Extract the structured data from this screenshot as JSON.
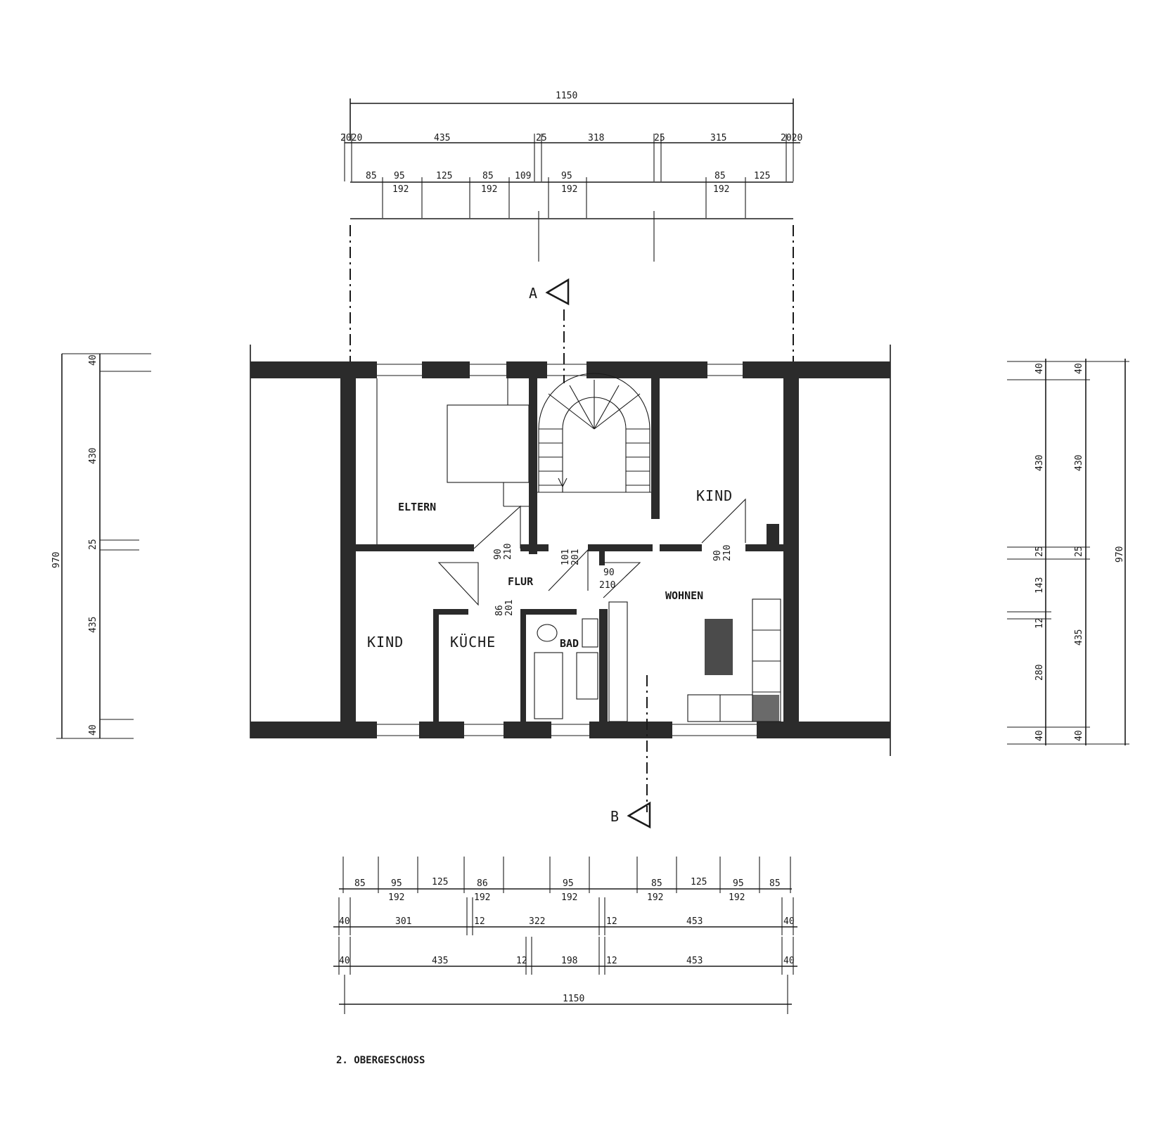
{
  "drawing_title": "2. OBERGESCHOSS",
  "rooms": {
    "eltern": "ELTERN",
    "kind_ne": "KIND",
    "kind_sw": "KIND",
    "kueche": "KÜCHE",
    "bad": "BAD",
    "flur": "FLUR",
    "wohnen": "WOHNEN"
  },
  "section_markers": {
    "a": "A",
    "b": "B"
  },
  "top_dims": {
    "overall": "1150",
    "row1": [
      "2020",
      "435",
      "25",
      "318",
      "25",
      "315",
      "2020"
    ],
    "row2": [
      "85",
      "95",
      "125",
      "85",
      "109",
      "95",
      "85",
      "125"
    ],
    "row2_sub": [
      "192",
      "192",
      "192",
      "192"
    ]
  },
  "bottom_dims": {
    "row1": [
      "85",
      "95",
      "125",
      "86",
      "95",
      "85",
      "125",
      "95",
      "85"
    ],
    "row1_sub": [
      "192",
      "192",
      "192",
      "192",
      "192"
    ],
    "row2": [
      "40",
      "301",
      "12",
      "322",
      "12",
      "453",
      "40"
    ],
    "row3": [
      "40",
      "435",
      "12",
      "198",
      "12",
      "453",
      "40"
    ],
    "overall": "1150"
  },
  "left_dims": [
    "40",
    "430",
    "25",
    "435",
    "40",
    "970"
  ],
  "right_dims": {
    "inner": [
      "40",
      "430",
      "25",
      "143",
      "12",
      "280",
      "40"
    ],
    "outer": [
      "40",
      "430",
      "25",
      "435",
      "40"
    ],
    "overall": "970"
  },
  "door_marks": {
    "eltern": [
      "90",
      "210"
    ],
    "flur": [
      "101",
      "201"
    ],
    "wohnen_flur": [
      "90",
      "210"
    ],
    "kind_ne": [
      "90",
      "210"
    ],
    "kueche": [
      "86",
      "201"
    ]
  }
}
